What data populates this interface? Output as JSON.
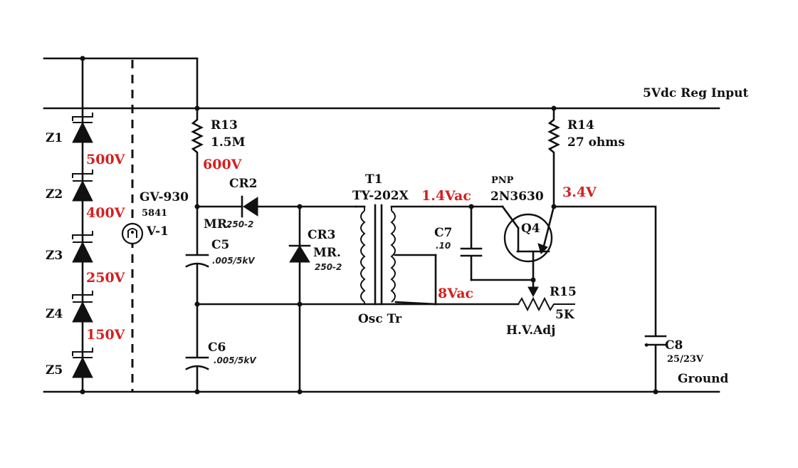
{
  "colors": {
    "wire": "#111111",
    "voltage": "#d42020",
    "background": "#ffffff"
  },
  "rails": {
    "input": "5Vdc Reg Input",
    "ground": "Ground"
  },
  "zeners": [
    {
      "ref": "Z1",
      "voltage": "500V"
    },
    {
      "ref": "Z2",
      "voltage": "400V"
    },
    {
      "ref": "Z3",
      "voltage": "250V"
    },
    {
      "ref": "Z4",
      "voltage": "150V"
    },
    {
      "ref": "Z5"
    }
  ],
  "tube": {
    "type": "GV-930",
    "number": "5841",
    "ref": "V-1"
  },
  "r13": {
    "ref": "R13",
    "value": "1.5M",
    "voltage": "600V"
  },
  "cr2": {
    "ref": "CR2",
    "part": "MR.",
    "part_hand": "250-2"
  },
  "cr3": {
    "ref": "CR3",
    "part": "MR.",
    "part_hand": "250-2"
  },
  "c5": {
    "ref": "C5",
    "value": ".005/5kV"
  },
  "c6": {
    "ref": "C6",
    "value": ".005/5kV"
  },
  "t1": {
    "ref": "T1",
    "part": "TY-202X",
    "name": "Osc Tr",
    "primary_voltage": "1.4Vac",
    "secondary_voltage": "8Vac"
  },
  "c7": {
    "ref": "C7",
    "value": ".10"
  },
  "q4": {
    "type": "PNP",
    "part": "2N3630",
    "ref": "Q4",
    "voltage": "3.4V"
  },
  "r14": {
    "ref": "R14",
    "value": "27 ohms"
  },
  "r15": {
    "ref": "R15",
    "value": "5K",
    "function": "H.V.Adj"
  },
  "c8": {
    "ref": "C8",
    "value": "25/23V",
    "polarity_mark": "•"
  }
}
